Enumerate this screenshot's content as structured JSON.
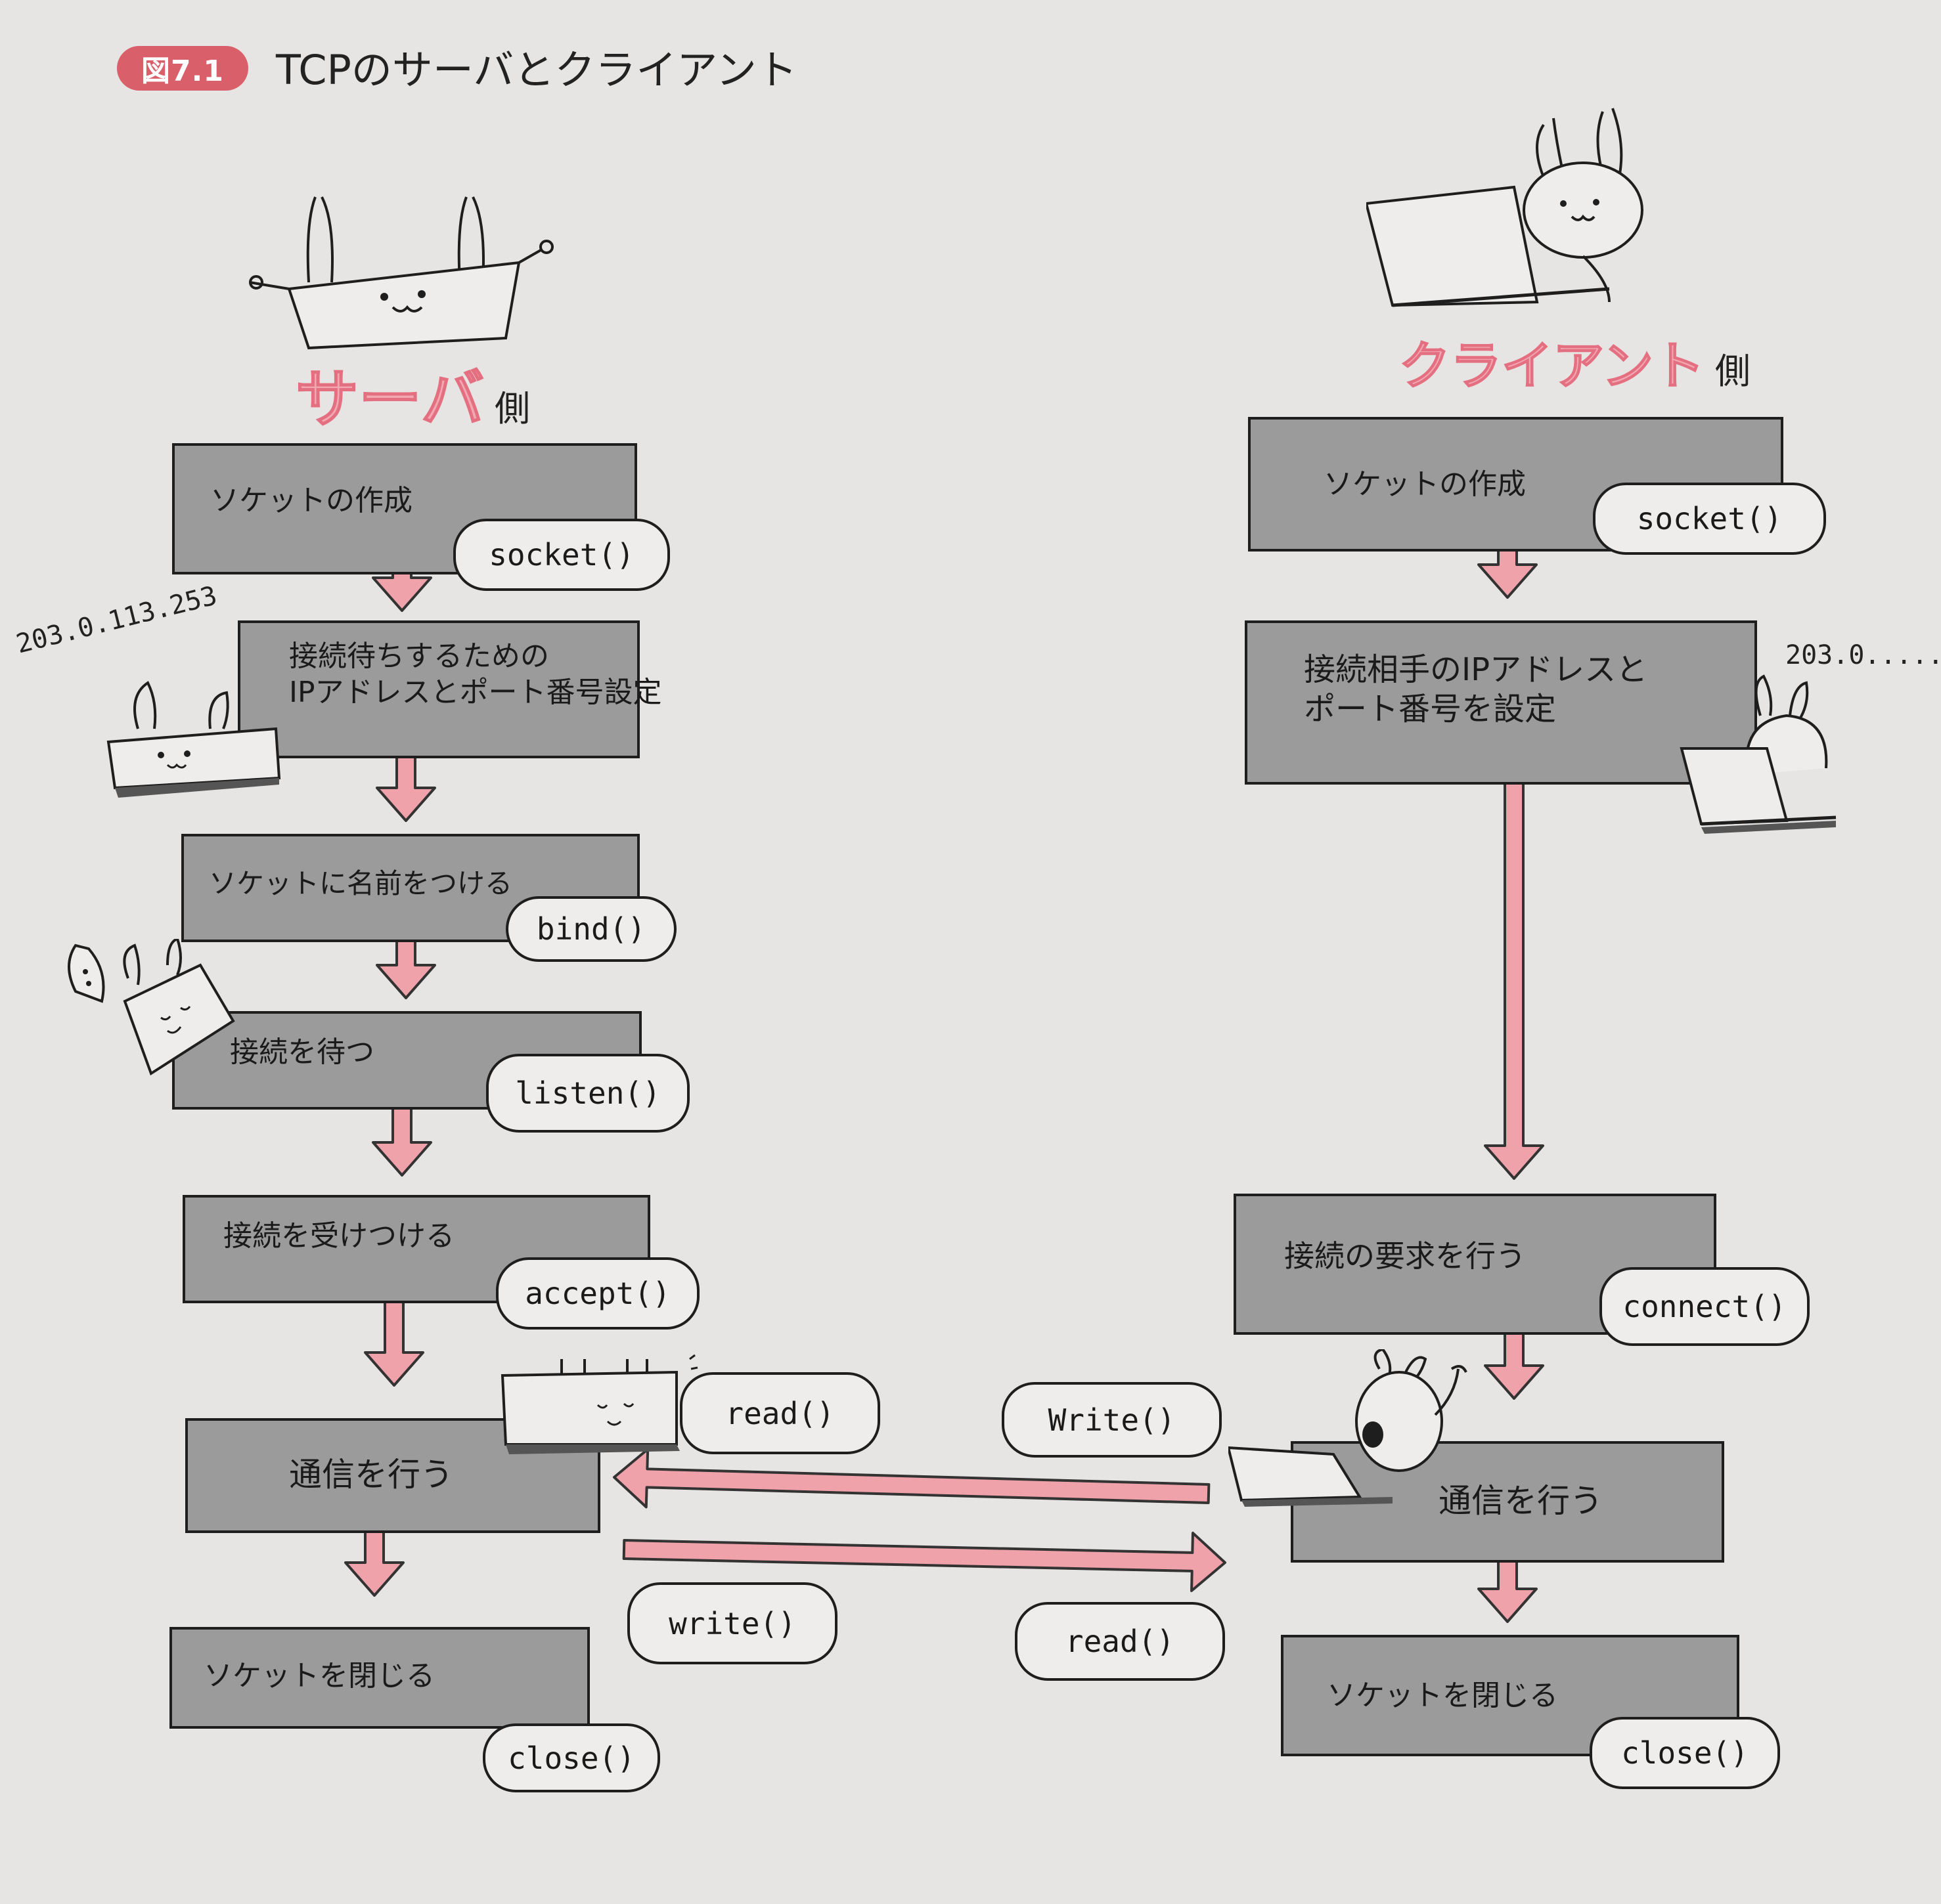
{
  "header": {
    "figure_number": "図7.1",
    "title": "TCPのサーバとクライアント"
  },
  "server": {
    "heading": "サーバ",
    "heading_suffix": "側",
    "ip_note": "203.0.113.253",
    "steps": [
      {
        "label": "ソケットの作成",
        "call": "socket()"
      },
      {
        "label": "接続待ちするための\nIPアドレスとポート番号設定",
        "call": ""
      },
      {
        "label": "ソケットに名前をつける",
        "call": "bind()"
      },
      {
        "label": "接続を待つ",
        "call": "listen()"
      },
      {
        "label": "接続を受けつける",
        "call": "accept()"
      },
      {
        "label": "通信を行う",
        "call": "read()"
      },
      {
        "label": "ソケットを閉じる",
        "call": "close()"
      }
    ],
    "write_call": "write()"
  },
  "client": {
    "heading": "クライアント",
    "heading_suffix": "側",
    "ip_note": "203.0.....",
    "steps": [
      {
        "label": "ソケットの作成",
        "call": "socket()"
      },
      {
        "label": "接続相手のIPアドレスと\nポート番号を設定",
        "call": ""
      },
      {
        "label": "接続の要求を行う",
        "call": "connect()"
      },
      {
        "label": "通信を行う",
        "call": "Write()"
      },
      {
        "label": "ソケットを閉じる",
        "call": "close()"
      }
    ],
    "read_call": "read()"
  },
  "colors": {
    "arrow_fill": "#f0a2ab",
    "arrow_stroke": "#333333",
    "box_fill": "#9b9b9b",
    "badge": "#d95f6b",
    "heading_pink": "#f3a7b2"
  }
}
